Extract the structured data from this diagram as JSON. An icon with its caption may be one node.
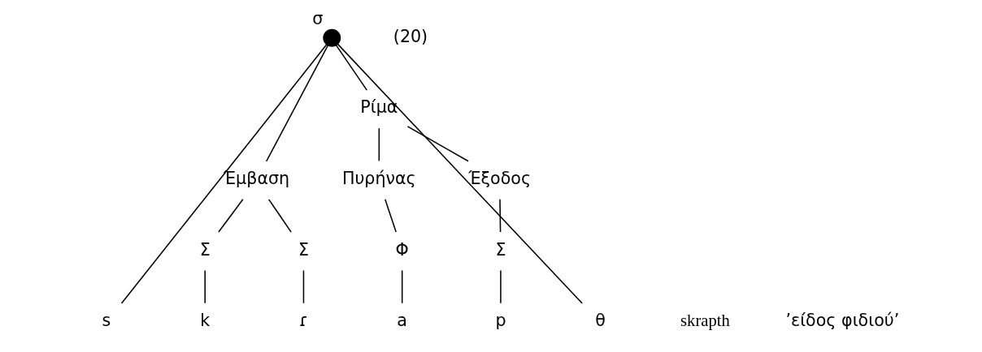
{
  "diagram": {
    "nodes": [
      {
        "text": [],
        "shape": "circle",
        "beside": [
          "σ"
        ]
      },
      {
        "text": [
          "Έμβαση"
        ]
      },
      {
        "text": [
          "Ρίμα"
        ]
      },
      {
        "text": [
          "Σ"
        ]
      },
      {
        "text": [
          "Σ"
        ]
      },
      {
        "text": [
          "Πυρήνας"
        ]
      },
      {
        "text": [
          "Έξοδος"
        ]
      },
      {
        "text": [
          "Φ"
        ]
      },
      {
        "text": [
          "Σ"
        ]
      },
      {
        "text": [
          "s"
        ]
      },
      {
        "text": [
          "k"
        ]
      },
      {
        "text": [
          "ɾ"
        ]
      },
      {
        "text": [
          "a"
        ]
      },
      {
        "text": [
          "p"
        ]
      },
      {
        "text": [
          "θ"
        ]
      }
    ],
    "edges": [
      {
        "from": 0,
        "to": 9,
        "arrow": "none"
      },
      {
        "from": 0,
        "to": 14,
        "arrow": "none"
      },
      {
        "from": 0,
        "to": 1,
        "arrow": "none"
      },
      {
        "from": 0,
        "to": 2,
        "arrow": "none"
      },
      {
        "from": 1,
        "to": 3,
        "arrow": "none"
      },
      {
        "from": 1,
        "to": 4,
        "arrow": "none"
      },
      {
        "from": 2,
        "to": 5,
        "arrow": "none"
      },
      {
        "from": 2,
        "to": 6,
        "arrow": "none"
      },
      {
        "from": 3,
        "to": 10,
        "arrow": "none"
      },
      {
        "from": 4,
        "to": 11,
        "arrow": "none"
      },
      {
        "from": 5,
        "to": 7,
        "arrow": "none"
      },
      {
        "from": 7,
        "to": 12,
        "arrow": "none"
      },
      {
        "from": 6,
        "to": 8,
        "arrow": "none"
      },
      {
        "from": 8,
        "to": 13,
        "arrow": "none"
      }
    ],
    "labels": [
      "(20)",
      "skrapth",
      "’είδος φιδιού’"
    ]
  }
}
